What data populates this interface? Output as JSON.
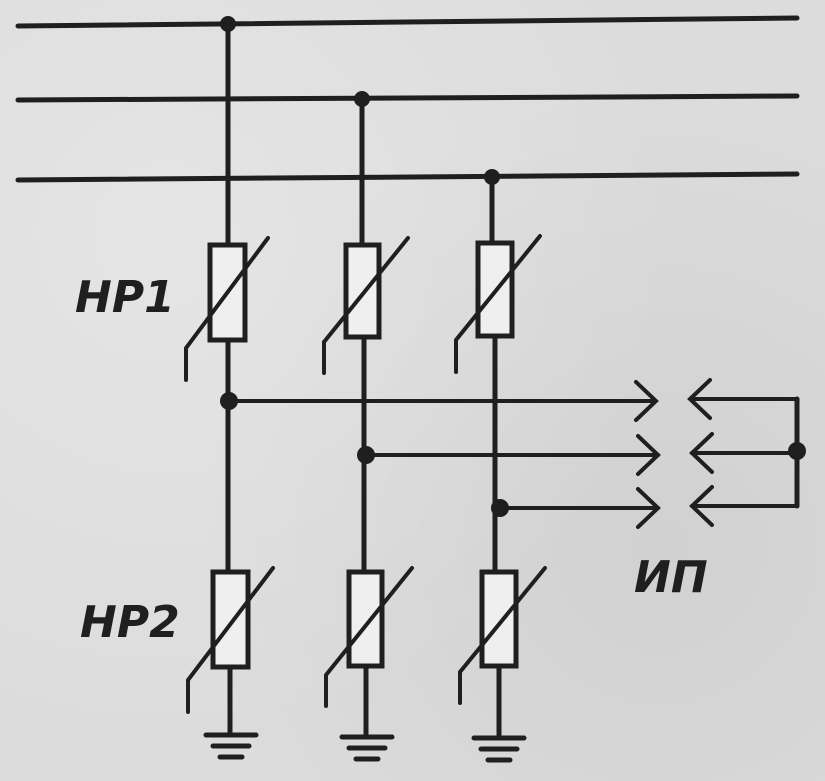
{
  "labels": {
    "varistor_top": "НР1",
    "varistor_bottom": "НР2",
    "protected_device": "ИП"
  },
  "colors": {
    "ink": "#1f1f1f",
    "paper": "#dcdcdc"
  }
}
